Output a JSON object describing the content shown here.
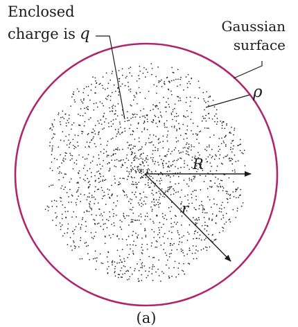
{
  "labels": {
    "enclosed_line1": "Enclosed",
    "enclosed_line2": "charge is",
    "charge_symbol": "q",
    "gaussian_line1": "Gaussian",
    "gaussian_line2": "surface",
    "density_symbol": "ρ",
    "radius_symbol": "R",
    "distance_symbol": "r",
    "caption": "(a)"
  },
  "colors": {
    "gaussian_surface": "#b0236e",
    "ink": "#1a1a1a",
    "background": "#ffffff"
  }
}
